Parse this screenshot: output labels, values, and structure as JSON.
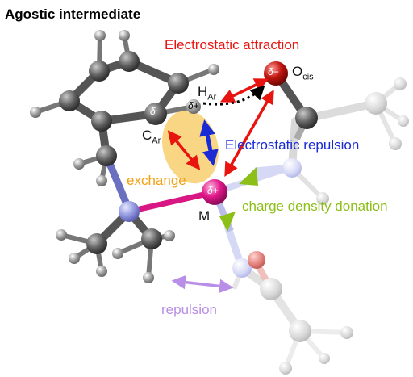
{
  "title": "Agostic intermediate",
  "labels": {
    "electrostatic_attraction": "Electrostatic attraction",
    "electrostatic_repulsion": "Electrostatic repulsion",
    "exchange": "exchange",
    "charge_density_donation": "charge density donation",
    "repulsion": "repulsion",
    "metal": "M",
    "h_ar_main": "H",
    "h_ar_sub": "Ar",
    "o_cis_main": "O",
    "o_cis_sub": "cis",
    "c_ar_main": "C",
    "c_ar_sub": "Ar",
    "delta_plus": "δ+",
    "delta_minus": "δ−",
    "delta": "δ"
  },
  "colors": {
    "attraction": "#e8140f",
    "repulsion_blue": "#1a2bd6",
    "exchange_orange": "#f2a012",
    "donation_green": "#8cbf18",
    "repulsion_purple": "#b98ee6",
    "carbon": "#606060",
    "hydrogen": "#a9a9a9",
    "nitrogen": "#8e94dd",
    "metal": "#e0178a",
    "oxygen": "#c0150f"
  }
}
